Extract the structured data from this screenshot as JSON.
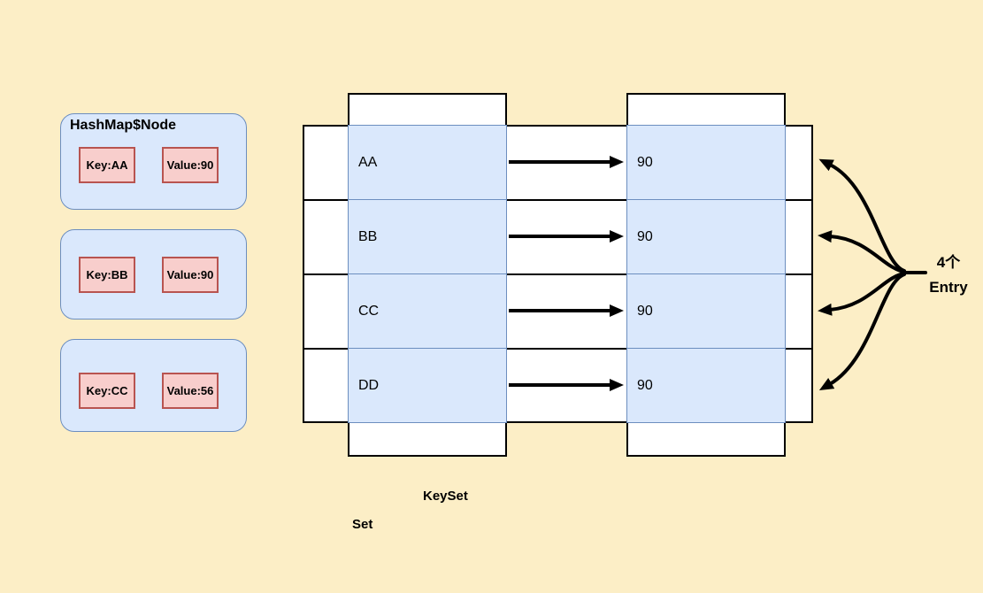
{
  "colors": {
    "background": "#fceec6",
    "node-fill": "#dae8fc",
    "node-border": "#6c8ebf",
    "pink-fill": "#f8cecc",
    "pink-border": "#b85450",
    "line": "#000000"
  },
  "nodes": [
    {
      "title": "HashMap$Node",
      "key": "Key:AA",
      "value": "Value:90"
    },
    {
      "title": "",
      "key": "Key:BB",
      "value": "Value:90"
    },
    {
      "title": "",
      "key": "Key:CC",
      "value": "Value:56"
    }
  ],
  "table": {
    "keys": [
      "AA",
      "BB",
      "CC",
      "DD"
    ],
    "values": [
      "90",
      "90",
      "90",
      "90"
    ]
  },
  "labels": {
    "keyset": "KeySet",
    "set": "Set",
    "entry_count": "4个",
    "entry_word": "Entry"
  }
}
